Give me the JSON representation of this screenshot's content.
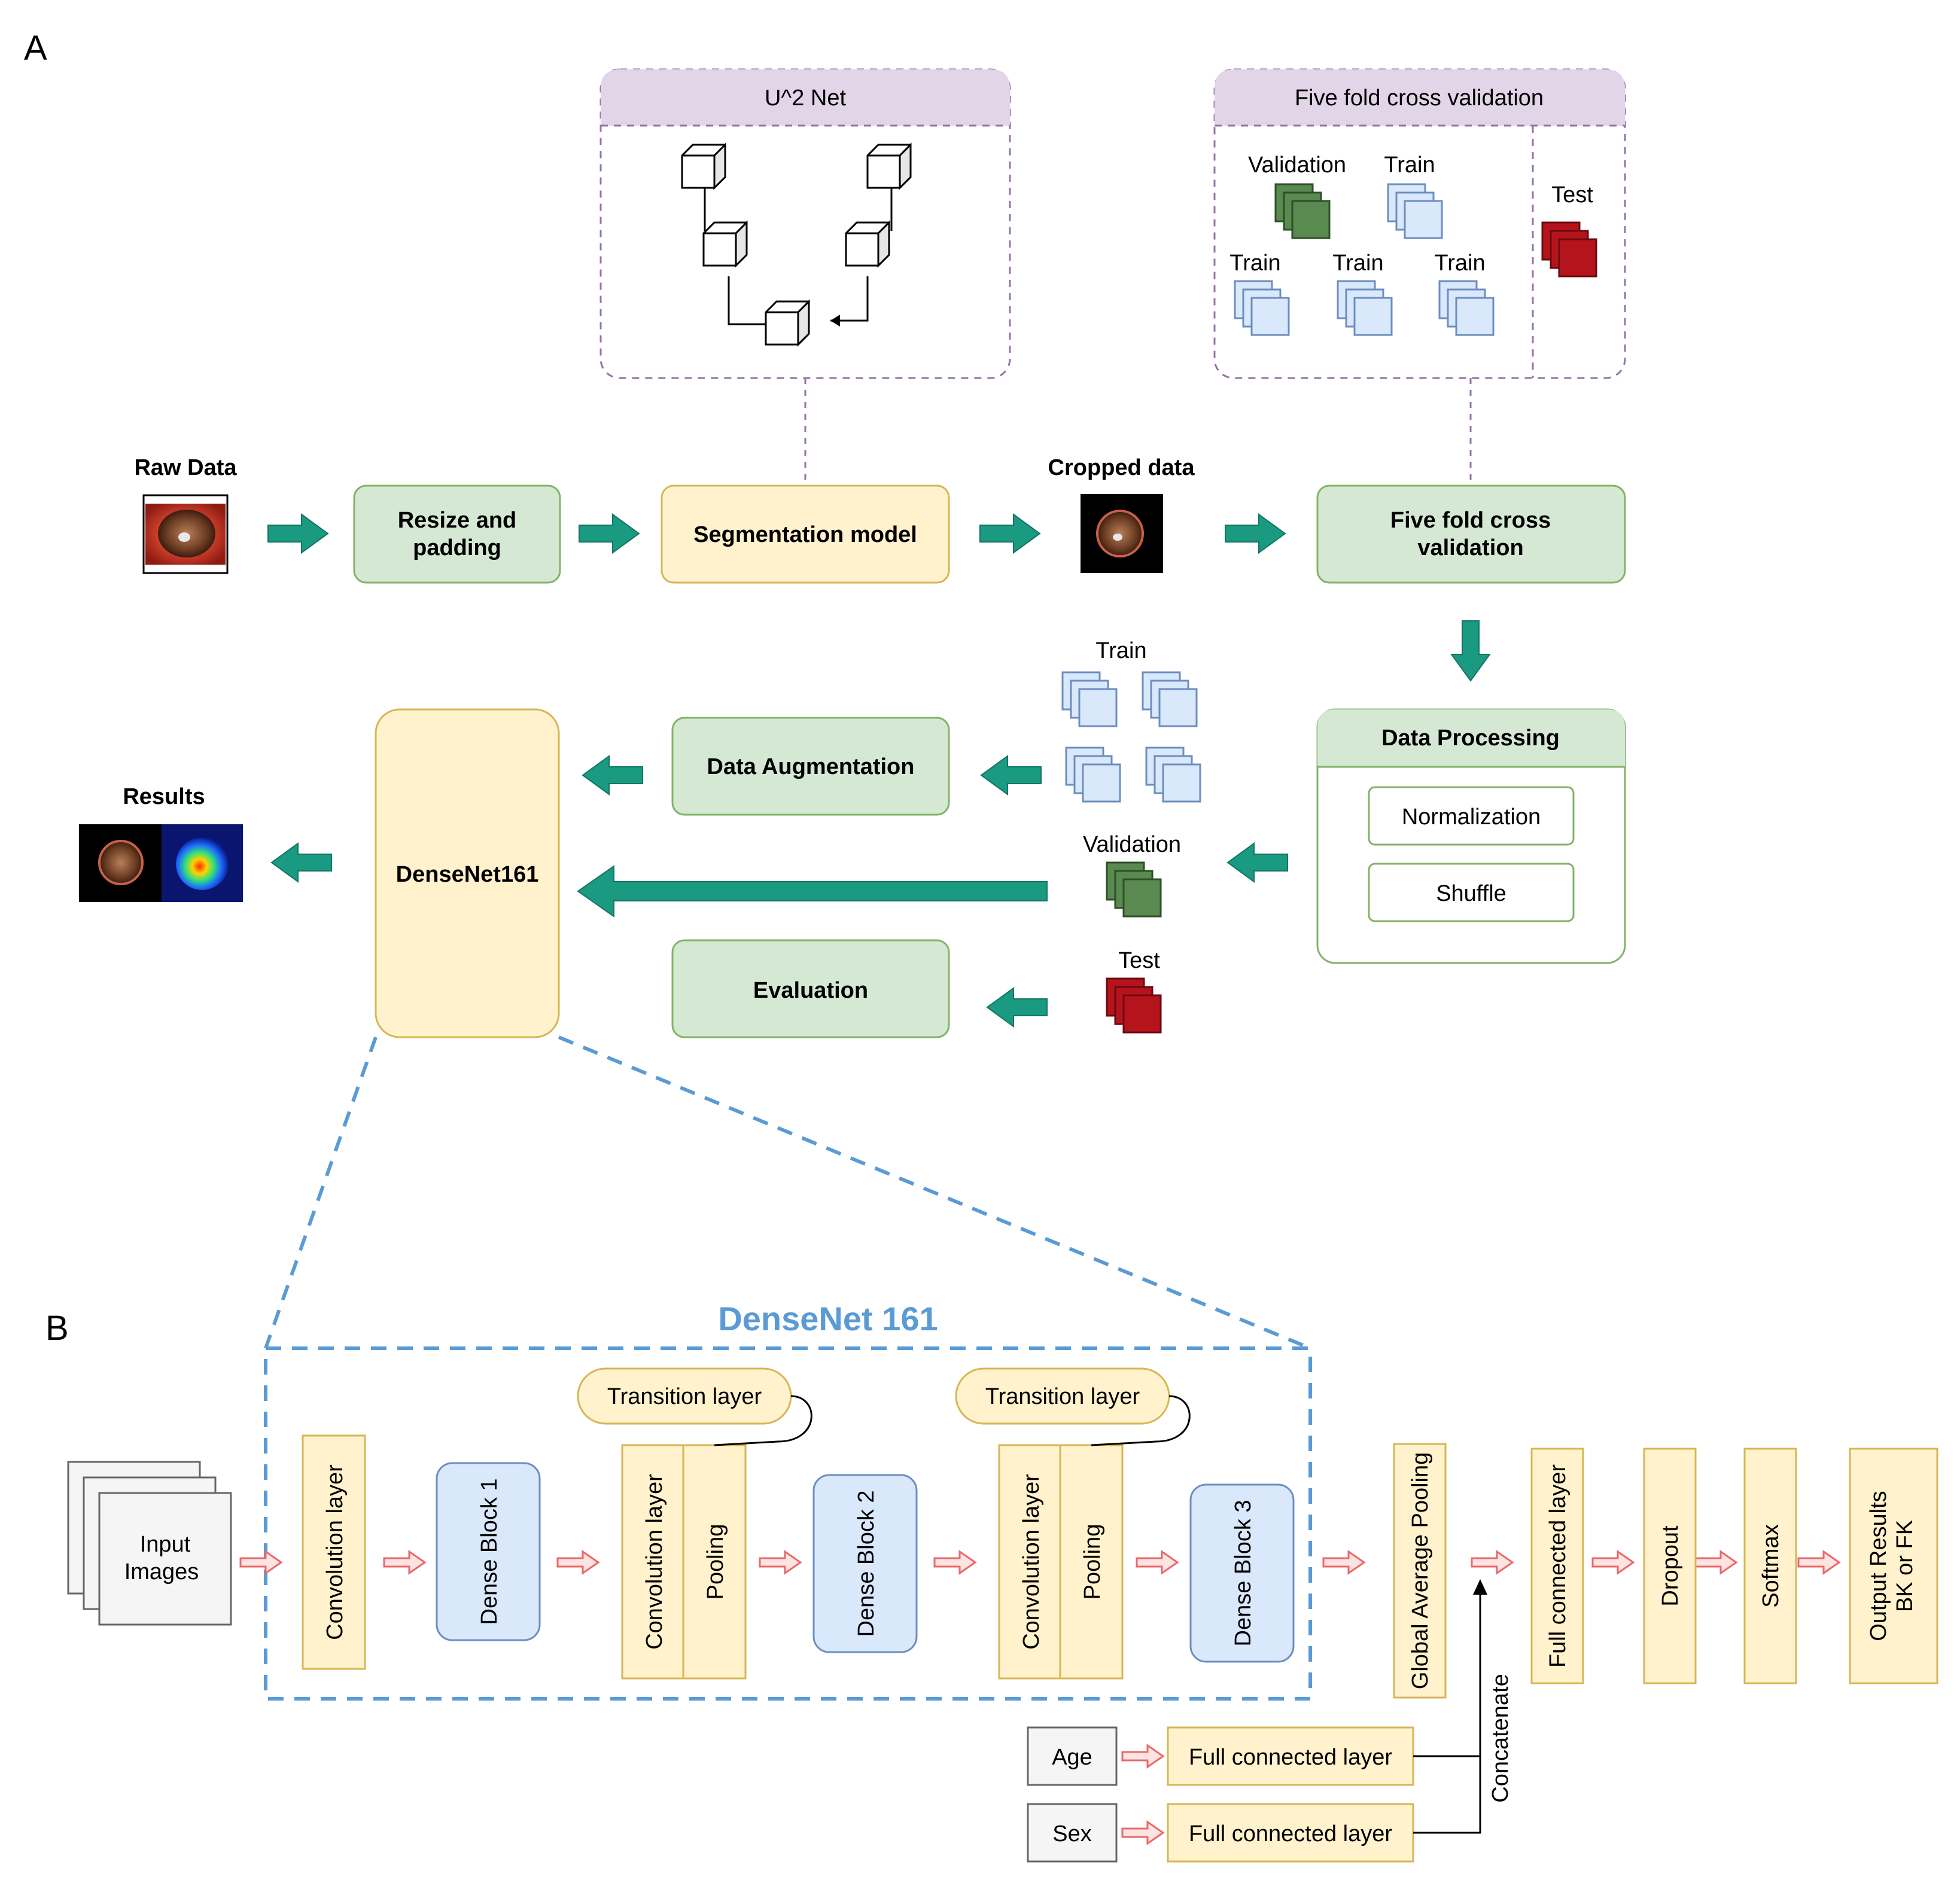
{
  "colors": {
    "green_fill": "#d5e8d4",
    "green_stroke": "#82b366",
    "yellow_fill": "#fff2cc",
    "yellow_stroke": "#d6b656",
    "blue_fill": "#dae8fc",
    "blue_stroke": "#6c8ebf",
    "teal_arrow": "#1a9a80",
    "pink_arrow": "#f19c99",
    "purple_dash": "#9673a6",
    "purple_header": "#e1d5e7",
    "densenet_dash": "#5b9bd5",
    "val_green": "#5a8a4f",
    "test_red": "#b5141c"
  },
  "panel_a": {
    "label": "A",
    "unet": {
      "title": "U^2 Net"
    },
    "cv_box": {
      "title": "Five fold  cross validation",
      "validation": "Validation",
      "train_top": "Train",
      "train_1": "Train",
      "train_2": "Train",
      "train_3": "Train",
      "test": "Test"
    },
    "raw_data_label": "Raw Data",
    "resize_line1": "Resize and",
    "resize_line2": "padding",
    "segmentation": "Segmentation model",
    "cropped_label": "Cropped data",
    "fivefold_line1": "Five fold cross",
    "fivefold_line2": "validation",
    "data_processing": {
      "title": "Data Processing",
      "normalization": "Normalization",
      "shuffle": "Shuffle"
    },
    "train_label": "Train",
    "validation_label": "Validation",
    "test_label": "Test",
    "data_augmentation": "Data Augmentation",
    "evaluation": "Evaluation",
    "densenet": "DenseNet161",
    "results_label": "Results"
  },
  "panel_b": {
    "label": "B",
    "title": "DenseNet 161",
    "input_line1": "Input",
    "input_line2": "Images",
    "conv": "Convolution layer",
    "dense1": "Dense Block 1",
    "trans_conv1": "Convolution layer",
    "pool1": "Pooling",
    "transition1": "Transition layer",
    "dense2": "Dense Block 2",
    "trans_conv2": "Convolution layer",
    "pool2": "Pooling",
    "transition2": "Transition layer",
    "dense3": "Dense Block 3",
    "gap": "Global Average Pooling",
    "fc": "Full connected layer",
    "dropout": "Dropout",
    "softmax": "Softmax",
    "output_line1": "Output Results",
    "output_line2": "BK or FK",
    "age": "Age",
    "sex": "Sex",
    "age_fc": "Full connected layer",
    "sex_fc": "Full connected layer",
    "concatenate": "Concatenate"
  }
}
